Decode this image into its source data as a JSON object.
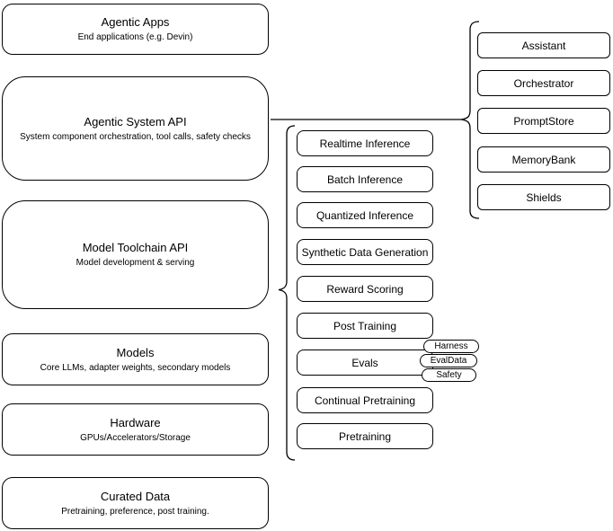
{
  "colors": {
    "stroke": "#000000",
    "background": "#ffffff",
    "text": "#000000"
  },
  "left_stack": [
    {
      "title": "Agentic Apps",
      "subtitle": "End applications (e.g. Devin)"
    },
    {
      "title": "Agentic System API",
      "subtitle": "System component orchestration, tool calls, safety checks"
    },
    {
      "title": "Model Toolchain API",
      "subtitle": "Model development & serving"
    },
    {
      "title": "Models",
      "subtitle": "Core LLMs, adapter weights, secondary models"
    },
    {
      "title": "Hardware",
      "subtitle": "GPUs/Accelerators/Storage"
    },
    {
      "title": "Curated Data",
      "subtitle": "Pretraining, preference, post training."
    }
  ],
  "toolchain": {
    "items": [
      "Realtime Inference",
      "Batch Inference",
      "Quantized Inference",
      "Synthetic Data Generation",
      "Reward Scoring",
      "Post Training",
      "Evals",
      "Continual Pretraining",
      "Pretraining"
    ]
  },
  "eval_pills": [
    "Harness",
    "EvalData",
    "Safety"
  ],
  "components": [
    "Assistant",
    "Orchestrator",
    "PromptStore",
    "MemoryBank",
    "Shields"
  ]
}
